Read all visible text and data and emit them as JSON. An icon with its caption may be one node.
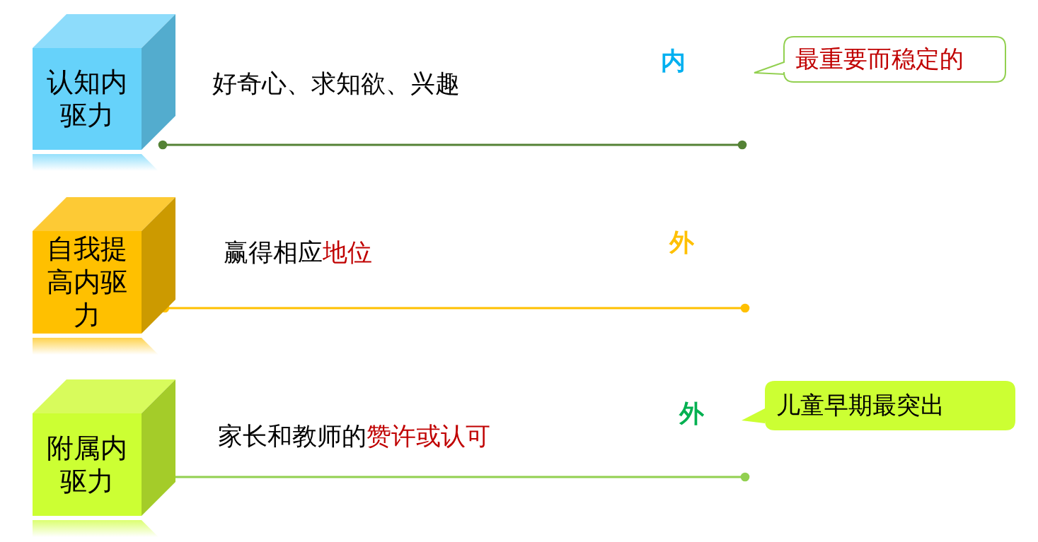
{
  "diagram": {
    "nodes": [
      {
        "text": [
          "认知内驱力"
        ]
      },
      {
        "text": [
          "自我提高内驱力"
        ]
      },
      {
        "text": [
          "附属内驱力"
        ]
      },
      {
        "text": [
          "最重要而稳定的"
        ]
      },
      {
        "text": [
          "儿童早期最突出"
        ]
      }
    ],
    "edges": [
      {
        "from": 0,
        "to": null,
        "arrow": "other",
        "color": "#548235"
      },
      {
        "from": 1,
        "to": null,
        "arrow": "other",
        "color": "#ffc000"
      },
      {
        "from": 2,
        "to": null,
        "arrow": "other",
        "color": "#92d050"
      }
    ],
    "labels": [
      "好奇心、求知欲、兴趣",
      "赢得相应",
      "地位",
      "家长和教师的",
      "赞许或认可",
      "内",
      "外",
      "外"
    ]
  }
}
